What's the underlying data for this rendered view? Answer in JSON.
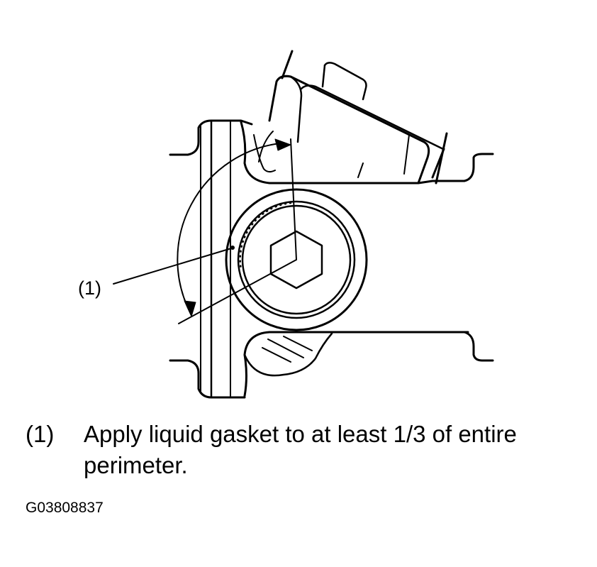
{
  "callout": {
    "label": "(1)"
  },
  "caption": {
    "number": "(1)",
    "text": "Apply liquid gasket to at least 1/3 of entire perimeter."
  },
  "figure_id": "G03808837",
  "colors": {
    "ink": "#000000",
    "paper": "#ffffff"
  }
}
